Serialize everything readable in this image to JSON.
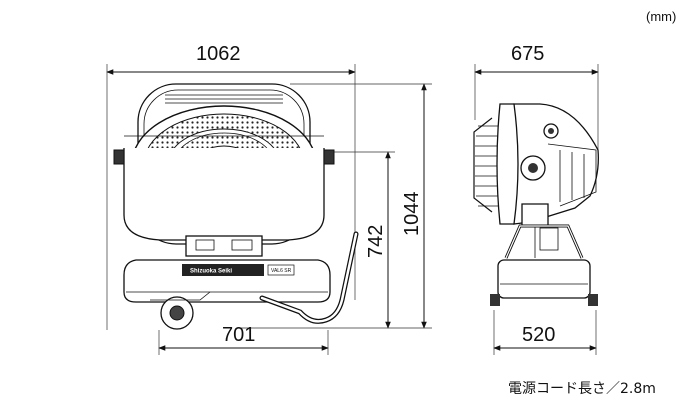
{
  "unit": "(mm)",
  "dimensions": {
    "front_width": "1062",
    "front_base_width": "701",
    "front_height_overall": "1044",
    "front_height_center": "742",
    "side_depth": "675",
    "side_base_width": "520"
  },
  "nameplate": "Shizuoka Seiki",
  "model_badge": "VAL6 SR",
  "cord_note": "電源コード長さ／2.8m"
}
